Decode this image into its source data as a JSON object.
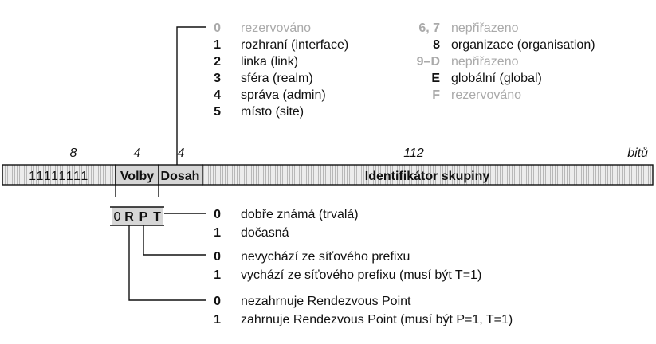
{
  "scope_values": [
    {
      "code": "0",
      "text": "rezervováno",
      "muted": true
    },
    {
      "code": "1",
      "text": "rozhraní (interface)",
      "muted": false
    },
    {
      "code": "2",
      "text": "linka (link)",
      "muted": false
    },
    {
      "code": "3",
      "text": "sféra (realm)",
      "muted": false
    },
    {
      "code": "4",
      "text": "správa (admin)",
      "muted": false
    },
    {
      "code": "5",
      "text": "místo (site)",
      "muted": false
    },
    {
      "code": "6, 7",
      "text": "nepřiřazeno",
      "muted": true
    },
    {
      "code": "8",
      "text": "organizace (organisation)",
      "muted": false
    },
    {
      "code": "9–D",
      "text": "nepřiřazeno",
      "muted": true
    },
    {
      "code": "E",
      "text": "globální (global)",
      "muted": false
    },
    {
      "code": "F",
      "text": "rezervováno",
      "muted": true
    }
  ],
  "bit_widths": {
    "prefix": "8",
    "flags": "4",
    "scope": "4",
    "group_id": "112",
    "unit": "bitů"
  },
  "address_fields": {
    "prefix_bits": "11111111",
    "flags": "Volby",
    "scope": "Dosah",
    "group_id": "Identifikátor skupiny"
  },
  "flag_bits": [
    "0",
    "R",
    "P",
    "T"
  ],
  "flag_meanings": [
    {
      "flag": "T",
      "values": [
        {
          "code": "0",
          "text": "dobře známá (trvalá)"
        },
        {
          "code": "1",
          "text": "dočasná"
        }
      ]
    },
    {
      "flag": "P",
      "values": [
        {
          "code": "0",
          "text": "nevychází ze síťového prefixu"
        },
        {
          "code": "1",
          "text": "vychází ze síťového prefixu (musí být T=1)"
        }
      ]
    },
    {
      "flag": "R",
      "values": [
        {
          "code": "0",
          "text": "nezahrnuje Rendezvous Point"
        },
        {
          "code": "1",
          "text": "zahrnuje Rendezvous Point (musí být P=1, T=1)"
        }
      ]
    }
  ]
}
